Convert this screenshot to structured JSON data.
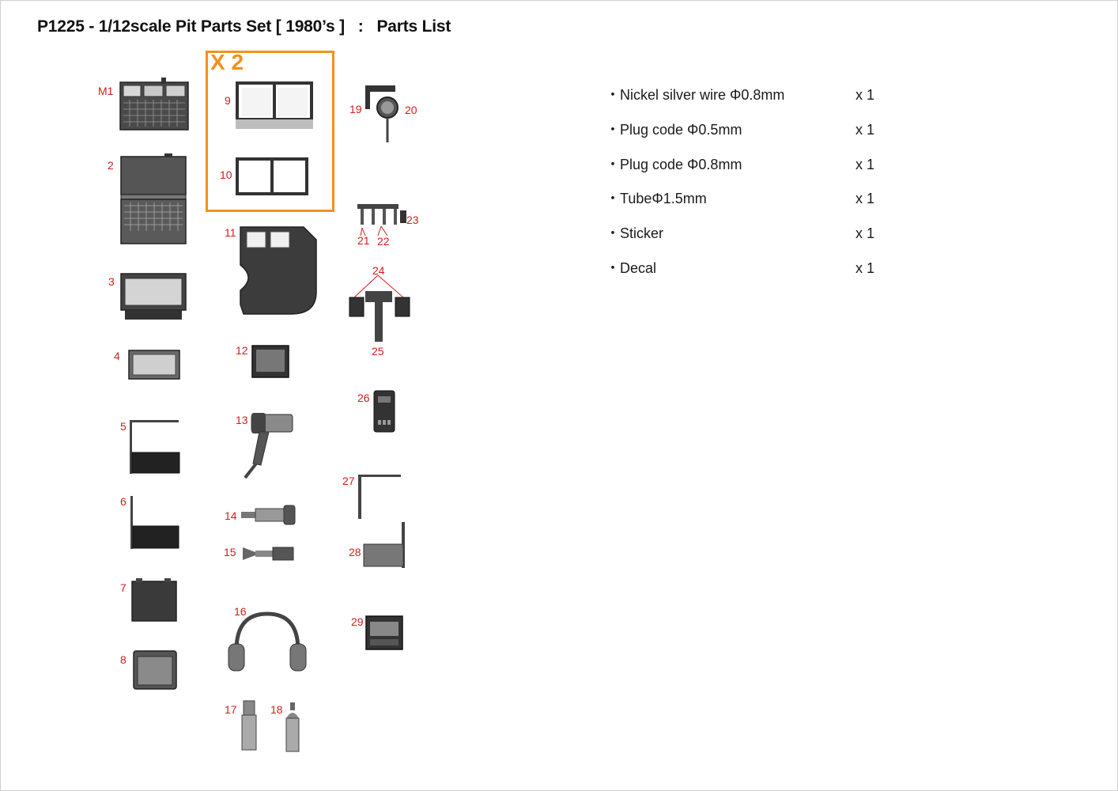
{
  "header": {
    "title": "P1225 - 1/12scale Pit Parts Set [ 1980’s ]   :   Parts List"
  },
  "multiplier": "X 2",
  "part_labels": {
    "M1": "M1",
    "2": "2",
    "3": "3",
    "4": "4",
    "5": "5",
    "6": "6",
    "7": "7",
    "8": "8",
    "9": "9",
    "10": "10",
    "11": "11",
    "12": "12",
    "13": "13",
    "14": "14",
    "15": "15",
    "16": "16",
    "17": "17",
    "18": "18",
    "19": "19",
    "20": "20",
    "21": "21",
    "22": "22",
    "23": "23",
    "24": "24",
    "25": "25",
    "26": "26",
    "27": "27",
    "28": "28",
    "29": "29"
  },
  "materials": [
    {
      "name": "・Nickel silver wire Φ0.8mm",
      "qty": "x 1"
    },
    {
      "name": "・Plug code Φ0.5mm",
      "qty": "x 1"
    },
    {
      "name": "・Plug code Φ0.8mm",
      "qty": "x 1"
    },
    {
      "name": "・TubeΦ1.5mm",
      "qty": "x 1"
    },
    {
      "name": "・Sticker",
      "qty": "x 1"
    },
    {
      "name": "・Decal",
      "qty": "x 1"
    }
  ]
}
